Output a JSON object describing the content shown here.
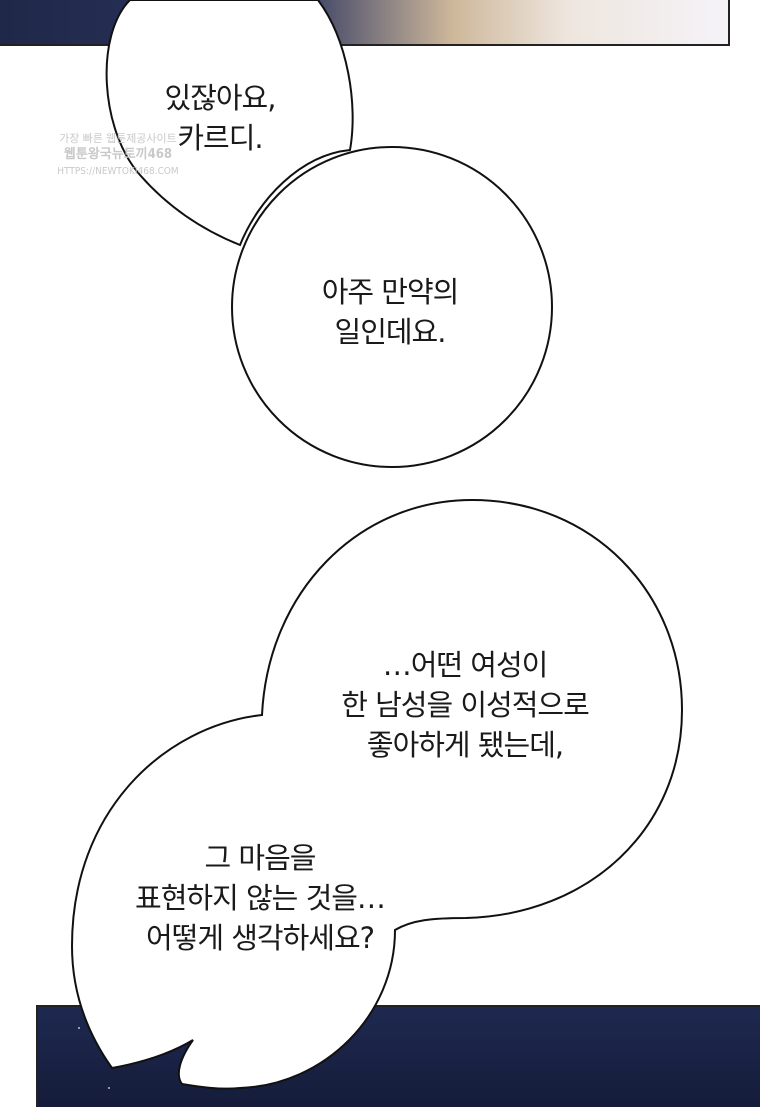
{
  "bubble_1": {
    "line_1": "있잖아요,",
    "line_2": "카르디."
  },
  "bubble_2": {
    "line_1": "아주 만약의",
    "line_2": "일인데요."
  },
  "bubble_3": {
    "line_1": "…어떤 여성이",
    "line_2": "한 남성을 이성적으로",
    "line_3": "좋아하게 됐는데,"
  },
  "bubble_4": {
    "line_1": "그 마음을",
    "line_2": "표현하지 않는 것을…",
    "line_3": "어떻게 생각하세요?"
  },
  "watermark": {
    "line_1": "가장 빠른 웹툰제공사이트",
    "line_2": "웹툰왕국뉴토끼468",
    "line_3": "HTTPS://NEWTOKI468.COM"
  },
  "colors": {
    "bubble_fill": "#ffffff",
    "bubble_stroke": "#111111",
    "night_sky": "#1e2950"
  }
}
